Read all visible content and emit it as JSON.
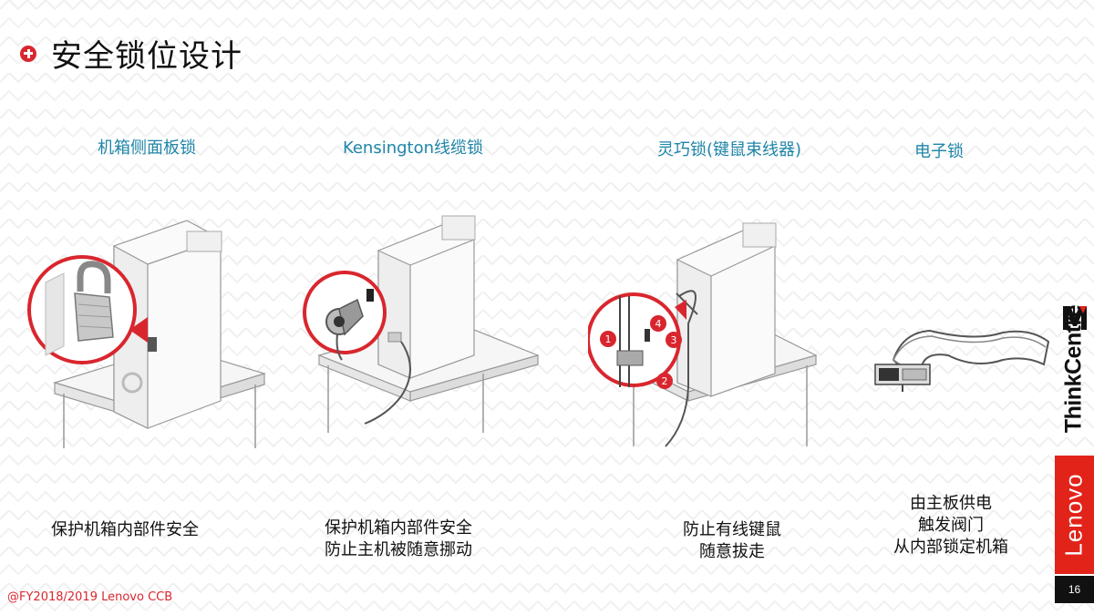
{
  "slide": {
    "title": "安全锁位设计",
    "footer": "@FY2018/2019  Lenovo CCB",
    "page_number": "16",
    "brand": "Lenovo",
    "product_brand": "ThinkCentre",
    "accent_color": "#d9262e",
    "heading_color": "#1f86a8"
  },
  "columns": [
    {
      "title": "机箱侧面板锁",
      "description": [
        "保护机箱内部件安全"
      ]
    },
    {
      "title": "Kensington线缆锁",
      "description": [
        "保护机箱内部件安全",
        "防止主机被随意挪动"
      ]
    },
    {
      "title": "灵巧锁(键鼠束线器)",
      "description": [
        "防止有线键鼠",
        "随意拔走"
      ],
      "callouts": [
        "1",
        "2",
        "3",
        "4"
      ]
    },
    {
      "title": "电子锁",
      "description": [
        "由主板供电",
        "触发阀门",
        "从内部锁定机箱"
      ]
    }
  ],
  "icons": [
    "plus-circle-icon",
    "padlock-icon",
    "cable-lock-icon",
    "cable-manager-lock-icon",
    "electronic-lock-icon"
  ]
}
